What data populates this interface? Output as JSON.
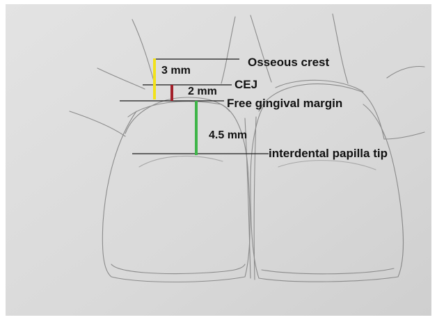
{
  "diagram": {
    "labels": {
      "osseous_crest": "Osseous crest",
      "cej": "CEJ",
      "free_gingival_margin": "Free gingival margin",
      "interdental_papilla_tip": "interdental papilla tip"
    },
    "measurements": {
      "bone_to_cej": "3 mm",
      "cej_to_margin": "2 mm",
      "margin_to_papilla": "4.5 mm"
    },
    "colors": {
      "bone_to_cej": "#f2e21a",
      "cej_to_margin": "#a3202a",
      "margin_to_papilla": "#3fb549",
      "paper": "#dcdcdc",
      "pencil": "#8a8a8a"
    }
  }
}
